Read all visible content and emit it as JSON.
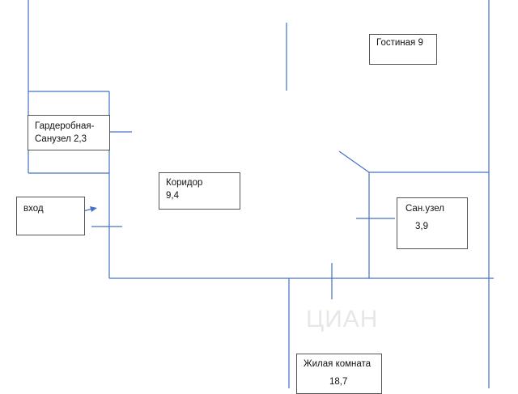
{
  "rooms": {
    "living": {
      "label": "Гостиная  9"
    },
    "wardrobe": {
      "line1": "Гардеробная-",
      "line2": "Санузел 2,3"
    },
    "corridor": {
      "line1": "Коридор",
      "line2": "9,4"
    },
    "entrance": {
      "label": "вход"
    },
    "bathroom": {
      "line1": "Сан.узел",
      "line2": "3,9"
    },
    "bedroom": {
      "line1": "Жилая комната",
      "line2": "18,7"
    }
  },
  "watermark": "ЦИАН",
  "colors": {
    "wall": "#4472c4",
    "arrow": "#4472c4",
    "border": "#555555"
  }
}
